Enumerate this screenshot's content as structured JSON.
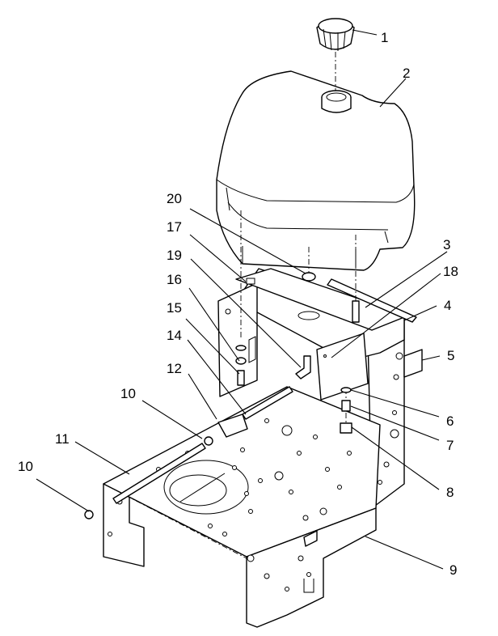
{
  "callouts": [
    "1",
    "2",
    "3",
    "4",
    "5",
    "6",
    "7",
    "8",
    "9",
    "10",
    "10",
    "11",
    "12",
    "14",
    "15",
    "16",
    "17",
    "18",
    "19",
    "20"
  ]
}
